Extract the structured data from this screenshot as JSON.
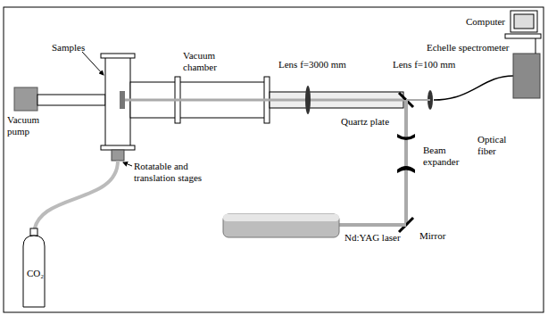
{
  "diagram": {
    "labels": [
      "Computer",
      "Echelle spectrometer",
      "Samples",
      "Vacuum chamber",
      "Lens f=3000 mm",
      "Lens f=100 mm",
      "Vacuum pump",
      "Quartz plate",
      "Beam expander",
      "Optical fiber",
      "Rotatable and translation stages",
      "CO₂",
      "Nd:YAG laser",
      "Mirror"
    ]
  }
}
